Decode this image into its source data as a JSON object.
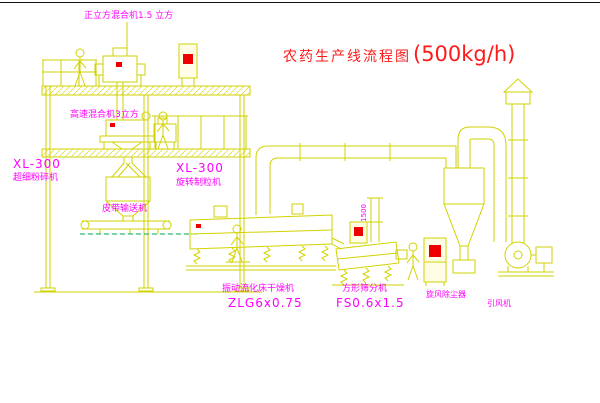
{
  "title": {
    "name": "农药生产线流程图",
    "capacity": "(500kg/h)"
  },
  "labels": {
    "cube_mixer": "正立方混合机1.5 立方",
    "high_speed_mixer": "高速混合机3立方",
    "mill_model": "XL-300",
    "mill_name": "超细粉碎机",
    "granulator_model": "XL-300",
    "granulator_name": "旋转制粒机",
    "belt_conveyor": "皮带输送机",
    "dryer_name": "振动流化床干燥机",
    "dryer_model": "ZLG6x0.75",
    "sieve_name": "方形筛分机",
    "sieve_model": "FS0.6x1.5",
    "cyclone_name": "旋风除尘器",
    "fan_name": "引风机",
    "dim_1500": "1500"
  },
  "colors": {
    "line": "#d2d200",
    "label": "#ff00ff",
    "title": "#ff1a1a",
    "red": "#ee0000",
    "green": "#00a550"
  }
}
